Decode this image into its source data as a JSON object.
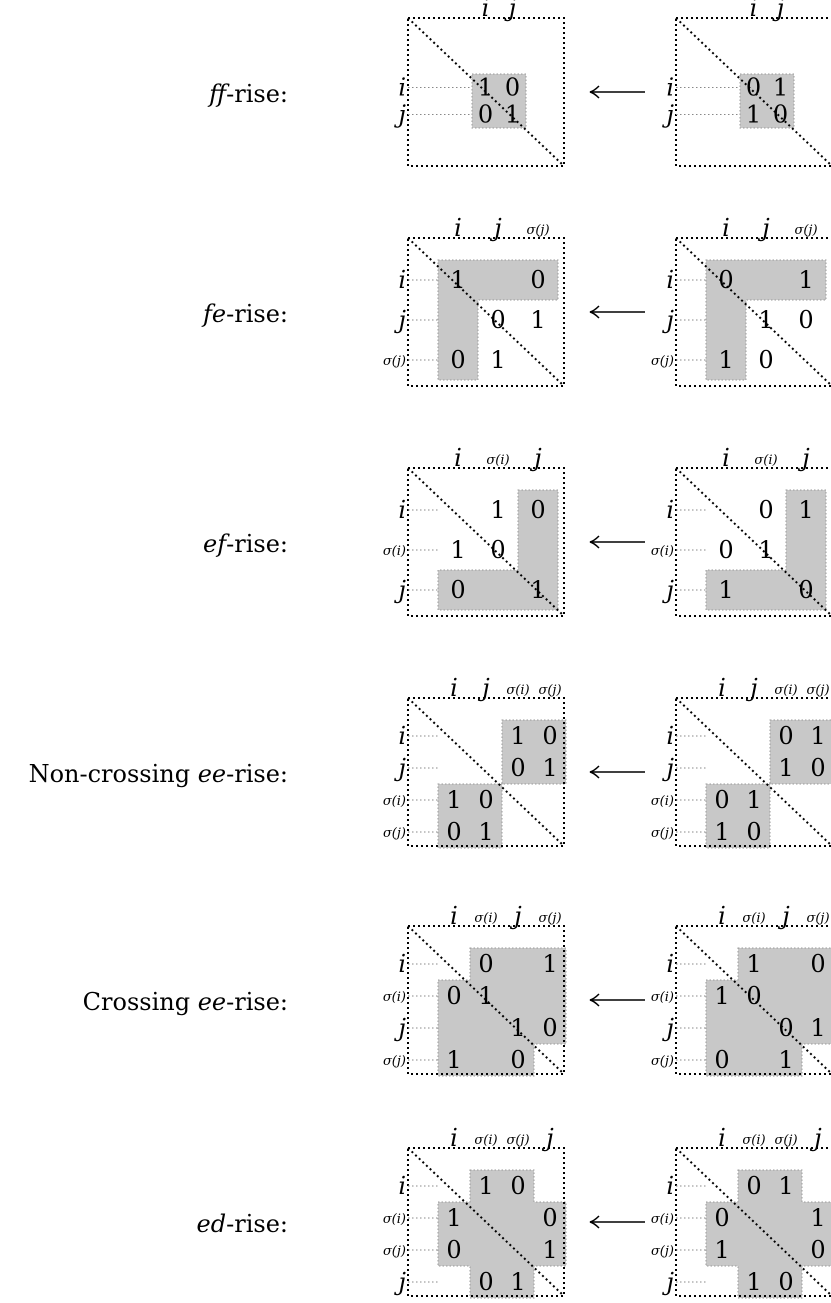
{
  "arrow_glyph": "⟵",
  "rows": [
    {
      "label_plain": "",
      "label_italic": "ff",
      "label_suffix": "-rise:",
      "cols": [
        "i",
        "j"
      ],
      "rowlabels": [
        "i",
        "j"
      ],
      "shades": [
        [
          [
            0,
            0
          ],
          [
            2,
            0
          ],
          [
            2,
            2
          ],
          [
            0,
            2
          ]
        ]
      ],
      "left": [
        [
          0,
          0,
          "1"
        ],
        [
          0,
          1,
          "0"
        ],
        [
          1,
          0,
          "0"
        ],
        [
          1,
          1,
          "1"
        ]
      ],
      "right": [
        [
          0,
          0,
          "0"
        ],
        [
          0,
          1,
          "1"
        ],
        [
          1,
          0,
          "1"
        ],
        [
          1,
          1,
          "0"
        ]
      ]
    },
    {
      "label_plain": "",
      "label_italic": "fe",
      "label_suffix": "-rise:",
      "cols": [
        "i",
        "j",
        "σ(j)"
      ],
      "rowlabels": [
        "i",
        "j",
        "σ(j)"
      ],
      "shades": [
        [
          [
            0,
            0
          ],
          [
            3,
            0
          ],
          [
            3,
            1
          ],
          [
            1,
            1
          ],
          [
            1,
            3
          ],
          [
            0,
            3
          ]
        ]
      ],
      "left": [
        [
          0,
          0,
          "1"
        ],
        [
          0,
          2,
          "0"
        ],
        [
          1,
          1,
          "0"
        ],
        [
          1,
          2,
          "1"
        ],
        [
          2,
          0,
          "0"
        ],
        [
          2,
          1,
          "1"
        ]
      ],
      "right": [
        [
          0,
          0,
          "0"
        ],
        [
          0,
          2,
          "1"
        ],
        [
          1,
          1,
          "1"
        ],
        [
          1,
          2,
          "0"
        ],
        [
          2,
          0,
          "1"
        ],
        [
          2,
          1,
          "0"
        ]
      ]
    },
    {
      "label_plain": "",
      "label_italic": "ef",
      "label_suffix": "-rise:",
      "cols": [
        "i",
        "σ(i)",
        "j"
      ],
      "rowlabels": [
        "i",
        "σ(i)",
        "j"
      ],
      "shades": [
        [
          [
            2,
            0
          ],
          [
            3,
            0
          ],
          [
            3,
            3
          ],
          [
            0,
            3
          ],
          [
            0,
            2
          ],
          [
            2,
            2
          ]
        ]
      ],
      "left": [
        [
          0,
          1,
          "1"
        ],
        [
          0,
          2,
          "0"
        ],
        [
          1,
          0,
          "1"
        ],
        [
          1,
          1,
          "0"
        ],
        [
          2,
          0,
          "0"
        ],
        [
          2,
          2,
          "1"
        ]
      ],
      "right": [
        [
          0,
          1,
          "0"
        ],
        [
          0,
          2,
          "1"
        ],
        [
          1,
          0,
          "0"
        ],
        [
          1,
          1,
          "1"
        ],
        [
          2,
          0,
          "1"
        ],
        [
          2,
          2,
          "0"
        ]
      ]
    },
    {
      "label_plain": "Non-crossing ",
      "label_italic": "ee",
      "label_suffix": "-rise:",
      "cols": [
        "i",
        "j",
        "σ(i)",
        "σ(j)"
      ],
      "rowlabels": [
        "i",
        "j",
        "σ(i)",
        "σ(j)"
      ],
      "shades": [
        [
          [
            2,
            0
          ],
          [
            4,
            0
          ],
          [
            4,
            2
          ],
          [
            2,
            2
          ]
        ],
        [
          [
            0,
            2
          ],
          [
            2,
            2
          ],
          [
            2,
            4
          ],
          [
            0,
            4
          ]
        ]
      ],
      "left": [
        [
          0,
          2,
          "1"
        ],
        [
          0,
          3,
          "0"
        ],
        [
          1,
          2,
          "0"
        ],
        [
          1,
          3,
          "1"
        ],
        [
          2,
          0,
          "1"
        ],
        [
          2,
          1,
          "0"
        ],
        [
          3,
          0,
          "0"
        ],
        [
          3,
          1,
          "1"
        ]
      ],
      "right": [
        [
          0,
          2,
          "0"
        ],
        [
          0,
          3,
          "1"
        ],
        [
          1,
          2,
          "1"
        ],
        [
          1,
          3,
          "0"
        ],
        [
          2,
          0,
          "0"
        ],
        [
          2,
          1,
          "1"
        ],
        [
          3,
          0,
          "1"
        ],
        [
          3,
          1,
          "0"
        ]
      ]
    },
    {
      "label_plain": "Crossing ",
      "label_italic": "ee",
      "label_suffix": "-rise:",
      "cols": [
        "i",
        "σ(i)",
        "j",
        "σ(j)"
      ],
      "rowlabels": [
        "i",
        "σ(i)",
        "j",
        "σ(j)"
      ],
      "shades": [
        [
          [
            1,
            0
          ],
          [
            4,
            0
          ],
          [
            4,
            3
          ],
          [
            3,
            3
          ],
          [
            3,
            4
          ],
          [
            0,
            4
          ],
          [
            0,
            1
          ],
          [
            1,
            1
          ]
        ]
      ],
      "left": [
        [
          0,
          1,
          "0"
        ],
        [
          0,
          3,
          "1"
        ],
        [
          1,
          0,
          "0"
        ],
        [
          1,
          1,
          "1"
        ],
        [
          2,
          2,
          "1"
        ],
        [
          2,
          3,
          "0"
        ],
        [
          3,
          0,
          "1"
        ],
        [
          3,
          2,
          "0"
        ]
      ],
      "right": [
        [
          0,
          1,
          "1"
        ],
        [
          0,
          3,
          "0"
        ],
        [
          1,
          0,
          "1"
        ],
        [
          1,
          1,
          "0"
        ],
        [
          2,
          2,
          "0"
        ],
        [
          2,
          3,
          "1"
        ],
        [
          3,
          0,
          "0"
        ],
        [
          3,
          2,
          "1"
        ]
      ]
    },
    {
      "label_plain": "",
      "label_italic": "ed",
      "label_suffix": "-rise:",
      "cols": [
        "i",
        "σ(i)",
        "σ(j)",
        "j"
      ],
      "rowlabels": [
        "i",
        "σ(i)",
        "σ(j)",
        "j"
      ],
      "shades": [
        [
          [
            1,
            0
          ],
          [
            3,
            0
          ],
          [
            3,
            1
          ],
          [
            4,
            1
          ],
          [
            4,
            3
          ],
          [
            3,
            3
          ],
          [
            3,
            4
          ],
          [
            1,
            4
          ],
          [
            1,
            3
          ],
          [
            0,
            3
          ],
          [
            0,
            1
          ],
          [
            1,
            1
          ]
        ]
      ],
      "left": [
        [
          0,
          1,
          "1"
        ],
        [
          0,
          2,
          "0"
        ],
        [
          1,
          0,
          "1"
        ],
        [
          1,
          3,
          "0"
        ],
        [
          2,
          0,
          "0"
        ],
        [
          2,
          3,
          "1"
        ],
        [
          3,
          1,
          "0"
        ],
        [
          3,
          2,
          "1"
        ]
      ],
      "right": [
        [
          0,
          1,
          "0"
        ],
        [
          0,
          2,
          "1"
        ],
        [
          1,
          0,
          "0"
        ],
        [
          1,
          3,
          "1"
        ],
        [
          2,
          0,
          "1"
        ],
        [
          2,
          3,
          "0"
        ],
        [
          3,
          1,
          "1"
        ],
        [
          3,
          2,
          "0"
        ]
      ]
    }
  ]
}
